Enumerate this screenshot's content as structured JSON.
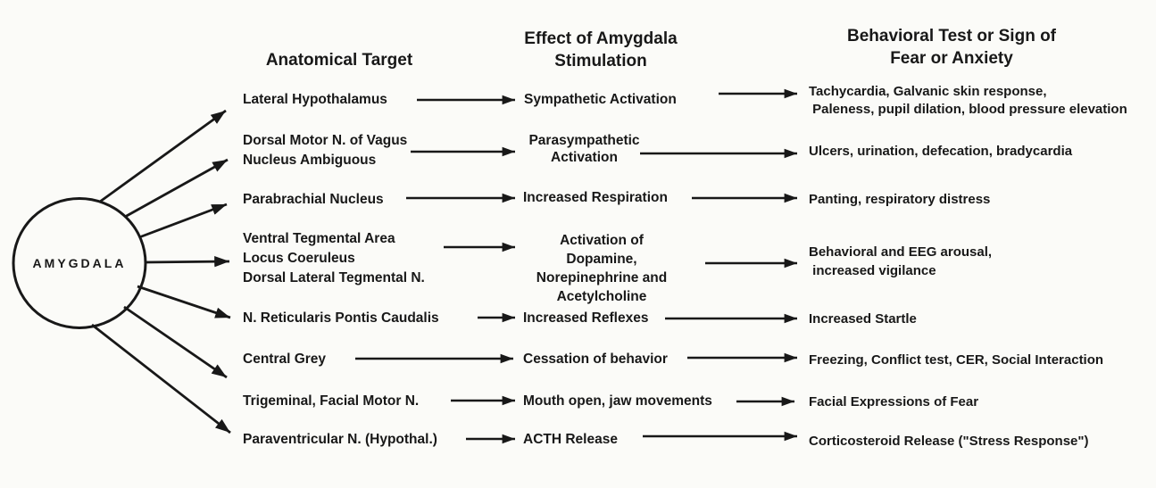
{
  "figure": {
    "node_label": "AMYGDALA",
    "headers": {
      "target": "Anatomical Target",
      "effect": "Effect of Amygdala\nStimulation",
      "behavior": "Behavioral Test or Sign of\nFear or Anxiety"
    },
    "rows": [
      {
        "target": "Lateral Hypothalamus",
        "effect": "Sympathetic Activation",
        "behavior": "Tachycardia, Galvanic skin response,\n Paleness, pupil dilation, blood pressure elevation"
      },
      {
        "target": "Dorsal Motor N. of Vagus\nNucleus Ambiguous",
        "effect": "Parasympathetic\nActivation",
        "behavior": "Ulcers, urination, defecation, bradycardia"
      },
      {
        "target": "Parabrachial Nucleus",
        "effect": "Increased Respiration",
        "behavior": "Panting, respiratory distress"
      },
      {
        "target": "Ventral Tegmental Area\nLocus Coeruleus\nDorsal Lateral Tegmental N.",
        "effect": "Activation of Dopamine,\nNorepinephrine and\nAcetylcholine",
        "behavior": "Behavioral and EEG arousal,\n increased vigilance"
      },
      {
        "target": "N. Reticularis Pontis Caudalis",
        "effect": "Increased Reflexes",
        "behavior": "Increased Startle"
      },
      {
        "target": "Central Grey",
        "effect": "Cessation of behavior",
        "behavior": "Freezing, Conflict test, CER, Social Interaction"
      },
      {
        "target": "Trigeminal, Facial Motor N.",
        "effect": "Mouth open, jaw movements",
        "behavior": "Facial Expressions of Fear"
      },
      {
        "target": "Paraventricular N. (Hypothal.)",
        "effect": "ACTH Release",
        "behavior": "Corticosteroid Release (\"Stress Response\")"
      }
    ],
    "colors": {
      "ink": "#181818",
      "paper": "#fbfbf8"
    }
  }
}
